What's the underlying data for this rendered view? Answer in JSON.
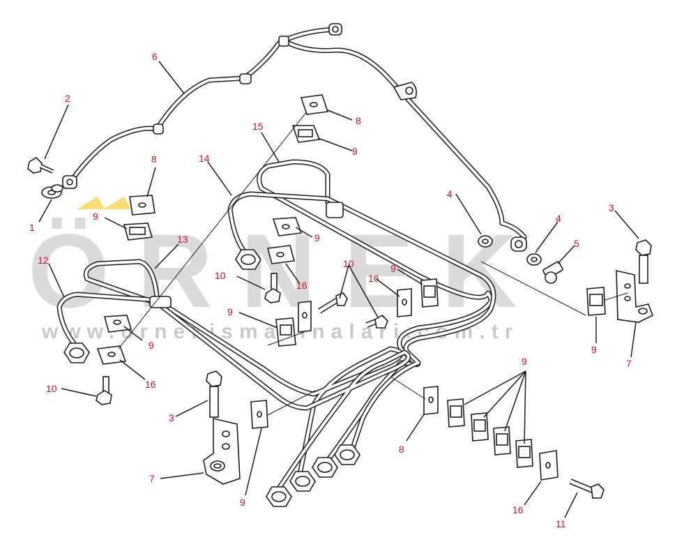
{
  "colors": {
    "line": "#1a1a1a",
    "callout": "#c8102e",
    "watermark": "#bdbdbd",
    "watermark_accent": "#f2c200",
    "part_fill": "#ffffff",
    "shade": "#cfcfcf"
  },
  "watermark": {
    "main": "ÖRNEK",
    "url": "www.ornekismakinalari.com.tr"
  },
  "callouts": {
    "c1": "1",
    "c2": "2",
    "c3a": "3",
    "c3b": "3",
    "c4a": "4",
    "c4b": "4",
    "c5": "5",
    "c6": "6",
    "c7a": "7",
    "c7b": "7",
    "c8a": "8",
    "c8b": "8",
    "c8c": "8",
    "c9a": "9",
    "c9b": "9",
    "c9c": "9",
    "c9d": "9",
    "c9e": "9",
    "c9f": "9",
    "c9g": "9",
    "c9h": "9",
    "c9i": "9",
    "c10a": "10",
    "c10b": "10",
    "c10c": "10",
    "c11": "11",
    "c12": "12",
    "c13": "13",
    "c14": "14",
    "c15": "15",
    "c16a": "16",
    "c16b": "16",
    "c16c": "16",
    "c16d": "16"
  }
}
